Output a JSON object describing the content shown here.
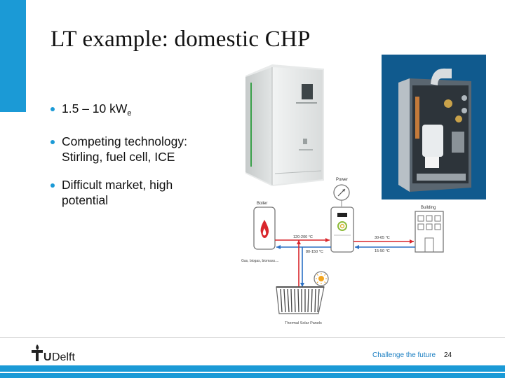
{
  "slide": {
    "title": "LT example: domestic CHP",
    "bullets": [
      {
        "text": "1.5 – 10 kW",
        "sub": "e"
      },
      {
        "text": "Competing technology: Stirling, fuel cell, ICE"
      },
      {
        "text": "Difficult market, high potential"
      }
    ]
  },
  "diagram": {
    "power_label": "Power",
    "boiler_label": "Boiler",
    "building_label": "Building",
    "fuel_label": "Gas, biogas, biomass....",
    "solar_label": "Thermal Solar Panels",
    "temp_high_left": "120-200 °C",
    "temp_low_left": "80-150 °C",
    "temp_high_right": "30-65 °C",
    "temp_low_right": "15-50 °C"
  },
  "footer": {
    "logo_text": "TUDelft",
    "tagline": "Challenge the future",
    "page_number": "24"
  },
  "colors": {
    "accent": "#1b9ad6",
    "flow_hot": "#d9262c",
    "flow_cold": "#2a6fc4"
  }
}
